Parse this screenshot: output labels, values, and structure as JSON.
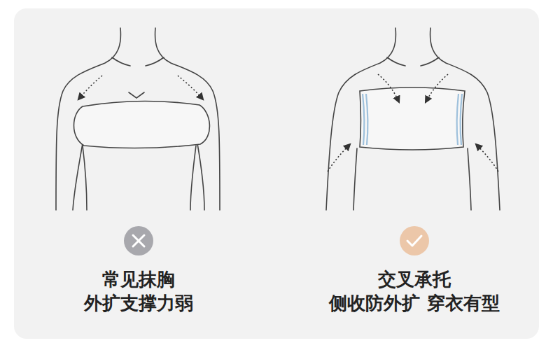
{
  "diagram": {
    "labels": [
      "常见抹胸",
      "外扩支撑力弱",
      "交叉承托",
      "侧收防外扩 穿衣有型"
    ]
  }
}
